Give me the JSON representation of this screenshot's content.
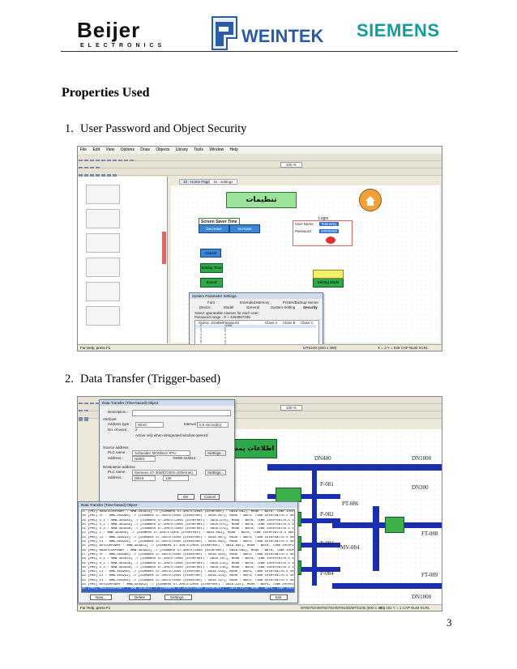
{
  "header": {
    "logos": {
      "beijer": "Beijer",
      "beijer_sub": "ELECTRONICS",
      "weintek": "WEINTEK",
      "siemens": "SIEMENS"
    }
  },
  "section_title": "Properties Used",
  "items": [
    {
      "num": "1.",
      "text": "User Password and Object Security"
    },
    {
      "num": "2.",
      "text": "Data Transfer (Trigger-based)"
    }
  ],
  "screenshot1": {
    "menu": [
      "File",
      "Edit",
      "View",
      "Options",
      "Draw",
      "Objects",
      "Library",
      "Tools",
      "Window",
      "Help"
    ],
    "zoom": "100 %",
    "tabs": [
      "10 - Home Page",
      "16 - settings"
    ],
    "arabic_title": "تنظیمات",
    "screen_saver_label": "Screen Saver Time",
    "decrease": "Decrease",
    "increase": "Increase",
    "login_label": "Login",
    "user_name": "User Name",
    "password": "Password",
    "user_value": "Telemetry",
    "password_value": "########",
    "cancel": "Cancel",
    "setting_time": "Setting Time",
    "sound": "Sound",
    "setting_mode": "Setting Mode",
    "dialog_title": "System Parameter Settings",
    "dialog_tabs_top": [
      "Font",
      "Extended Memory",
      "Printer/Backup Server"
    ],
    "dialog_tabs_bottom": [
      "Device",
      "Model",
      "General",
      "System Setting",
      "Security"
    ],
    "dialog_note": "Select operatable classes for each user:",
    "dialog_range": "Password range : 0 ~ 4294967295",
    "table_headers": [
      "Opera...",
      "Enable",
      "Password",
      "Class A",
      "Class B",
      "Class C"
    ],
    "table_rows": [
      {
        "no": "1",
        "password": "12345"
      },
      {
        "no": "2",
        "password": "0"
      },
      {
        "no": "3",
        "password": "0"
      },
      {
        "no": "4",
        "password": "0"
      },
      {
        "no": "5",
        "password": "0"
      },
      {
        "no": "6",
        "password": "0"
      },
      {
        "no": "7",
        "password": "0"
      },
      {
        "no": "8",
        "password": "0"
      }
    ],
    "status_left": "For Help, press F1",
    "status_mid": "MT8100i (800 x 480)",
    "status_right": "X = 3   Y = 835   CAP NUM SCRL"
  },
  "screenshot2": {
    "dialog_title": "Data Transfer (Time-based) Object",
    "description_label": "Description :",
    "attribute_label": "Attribute",
    "address_type_label": "Address type :",
    "address_type_value": "Word",
    "interval_label": "Interval :",
    "interval_value": "0.5 second(s)",
    "no_of_word_label": "No. of word :",
    "no_of_word_value": "2",
    "active_window_label": "Active only when designated window opened",
    "source_label": "Source address",
    "plc_name_label": "PLC name :",
    "source_plc": "Schneider MODBUS RTU",
    "address_label": "Address :",
    "source_address": "NMK0",
    "source_address2": "%MW-4x3914",
    "destination_label": "Destination address",
    "dest_plc": "Siemens S7-300/ET200S (Ethernet)",
    "dest_db": "DB16",
    "dest_offset": "135",
    "settings_btn": "Settings...",
    "ok_btn": "OK",
    "cancel_btn": "Cancel",
    "list_title": "Data Transfer (Time-based) Object",
    "list_rows": [
      "17 [PMI] ReActivePower : %MW-2#3913] -> [Siemens S7-300/ET200S (Ethernet) : DB16-062], Mode : Word, Time interval=0.5 s",
      "18 [PMI] PF : %MW-2#3966] -> [Siemens S7-300/ET200S (Ethernet) : DB16-067], Mode : Word, Time interval=0.5 second(s)",
      "19 [PM3] V_1 : %MW-3#3934] -> [Siemens S7-300/ET200S (Ethernet) : DB16-070], Mode : Word, Time interval=0.5 second(s)",
      "20 [PM3] V_2 : %MW-3#3936] -> [Siemens S7-300/ET200S (Ethernet) : DB16-075], Mode : Word, Time interval=0.5 second(s)",
      "21 [PM3] V_3 : %MW-3#3938] -> [Siemens S7-300/ET200S (Ethernet) : DB16-079], Mode : Word, Time interval=0.5 second(s)",
      "22 [PM3] I : %MW-3#3909] -> [Siemens S7-300/ET200S (Ethernet) : DB16-083], Mode : Word, Time interval=0.5 second(s)",
      "23 [PM3] I2 : %MW-3#3942] -> [Siemens S7-300/ET200S (Ethernet) : DB16-087], Mode : Word, Time interval=0.5 second(s)",
      "24 [PM3] I3 : %MW-3#3944] -> [Siemens S7-300/ET200S (Ethernet) : DB16-091], Mode : Word, Time interval=0.5 second(s)",
      "25 [PM3] ActivePower : %MW-3#3952] -> [Siemens S7-300/ET200S (Ethernet) : DB16-095], Mode : Word, Time interval=0.5 s",
      "26 [PM3] ReActivePower : %MW-3#3962] -> [Siemens S7-300/ET200S (Ethernet) : DB16-099], Mode : Word, Time interval=0.5 s",
      "27 [PM4] PF : %MW-3#3966] -> [Siemens S7-300/ET200S (Ethernet) : DB16-103], Mode : Word, Time interval=0.5 second(s)",
      "28 [PM4] V_1 : %MW-4#3934] -> [Siemens S7-300/ET200S (Ethernet) : DB16-107], Mode : Word, Time interval=0.5 second(s)",
      "29 [PM4] V_2 : %MW-4#3936] -> [Siemens S7-300/ET200S (Ethernet) : DB16-111], Mode : Word, Time interval=0.5 second(s)",
      "30 [PM4] V_3 : %MW-4#3938] -> [Siemens S7-300/ET200S (Ethernet) : DB16-115], Mode : Word, Time interval=0.5 second(s)",
      "31 [PM4] I1 : %MW-4#3940] -> [Siemens S7-300/ET200S (Ethernet) : DB16-119], Mode : Word, Time interval=0.5 second(s)",
      "32 [PM4] I2 : %MW-4#3942] -> [Siemens S7-300/ET200S (Ethernet) : DB16-123], Mode : Word, Time interval=0.5 second(s)",
      "33 [PM4] I3 : %MW-4#3944] -> [Siemens S7-300/ET200S (Ethernet) : DB16-127], Mode : Word, Time interval=0.5 second(s)",
      "34 [PM4] ActivePower : %MW-4#3952] -> [Siemens S7-300/ET200S (Ethernet) : DB16-131], Mode : Word, Time interval=0.5 s",
      "35 [PM4] ReActivePower : %MW-4#3962] -> [Siemens S7-300/ET200S (Ethernet) : DB16-135], Mode : Word, Time interval=0.5 s"
    ],
    "new_btn": "New...",
    "delete_btn": "Delete",
    "settings_btn2": "Settings...",
    "exit_btn": "Exit",
    "arabic_header": "اطلاعات پمپ",
    "labels": {
      "dn400": "DN400",
      "dn1000_top": "DN1000",
      "dn300": "DN300",
      "dn1000_bottom": "DN1000",
      "p081": "P-081",
      "p082": "P-082",
      "p083": "P-083",
      "p084": "P-084",
      "pt086": "PT-086",
      "ft088": "FT-088",
      "mv084": "MV-084",
      "ft089": "FT-089"
    },
    "status_left": "For Help, press F1",
    "status_mid": "MT8070iH/MT6070iH/MT8100i/MT6100i (800 x 480)",
    "status_right": "X = 191  Y = 1   CAP NUM SCRL"
  },
  "page_number": "3",
  "colors": {
    "pipe_blue": "#1a2fae",
    "button_green": "#2fa84a",
    "button_blue": "#3a86d6",
    "warning_yellow": "#f4f06a",
    "siemens_teal": "#129c9c",
    "weintek_blue": "#2a5ca8"
  }
}
